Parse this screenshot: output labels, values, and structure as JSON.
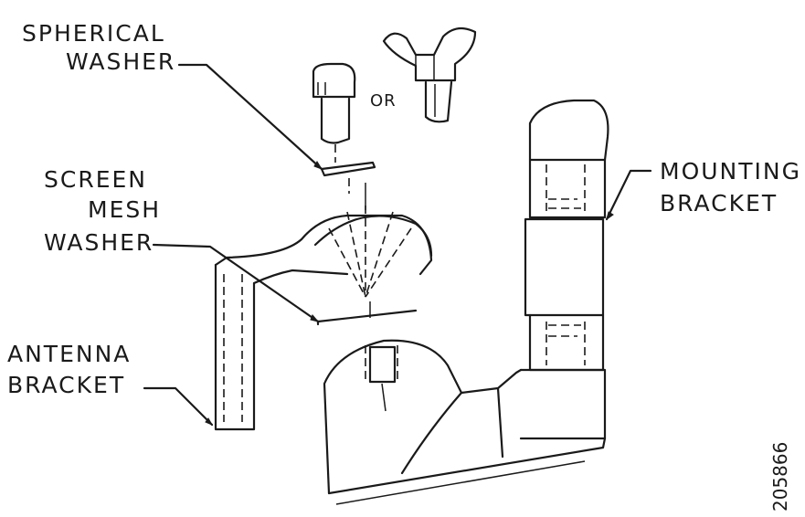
{
  "labels": {
    "spherical_washer": [
      "SPHERICAL",
      "WASHER"
    ],
    "or": "OR",
    "screen_mesh_washer": [
      "SCREEN",
      "MESH",
      "WASHER"
    ],
    "antenna_bracket": [
      "ANTENNA",
      "BRACKET"
    ],
    "mounting_bracket": [
      "MOUNTING",
      "BRACKET"
    ]
  },
  "figure_id": "205866"
}
